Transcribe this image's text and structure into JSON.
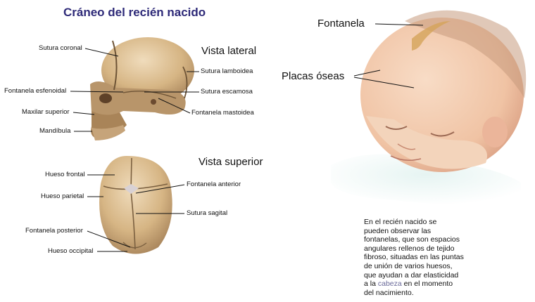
{
  "title": "Cráneo del recién nacido",
  "views": {
    "lateral": "Vista lateral",
    "superior": "Vista superior"
  },
  "lateral_labels": {
    "sutura_coronal": "Sutura coronal",
    "sutura_lamboidea": "Sutura lamboidea",
    "fontanela_esfenoidal": "Fontanela esfenoidal",
    "sutura_escamosa": "Sutura escamosa",
    "maxilar_superior": "Maxilar superior",
    "fontanela_mastoidea": "Fontanela mastoidea",
    "mandibula": "Mandíbula"
  },
  "superior_labels": {
    "hueso_frontal": "Hueso frontal",
    "fontanela_anterior": "Fontanela anterior",
    "hueso_parietal": "Hueso parietal",
    "sutura_sagital": "Sutura sagital",
    "fontanela_posterior": "Fontanela posterior",
    "hueso_occipital": "Hueso occipital"
  },
  "baby_labels": {
    "fontanela": "Fontanela",
    "placas_oseas": "Placas óseas"
  },
  "description": {
    "lines": [
      "En el recién nacido se",
      "pueden observar las",
      "fontanelas, que son espacios",
      "angulares rellenos de tejido",
      "fibroso, situadas en las puntas",
      "de unión de varios huesos,",
      "que ayudan a dar elasticidad"
    ],
    "line8_pre": "a la ",
    "line8_link": "cabeza",
    "line8_post": " en el momento",
    "line9": "del nacimiento."
  },
  "colors": {
    "title": "#2e2a78",
    "bone": "#d9b98c",
    "skin": "#f2cbb0",
    "link": "#6a6a9a"
  }
}
